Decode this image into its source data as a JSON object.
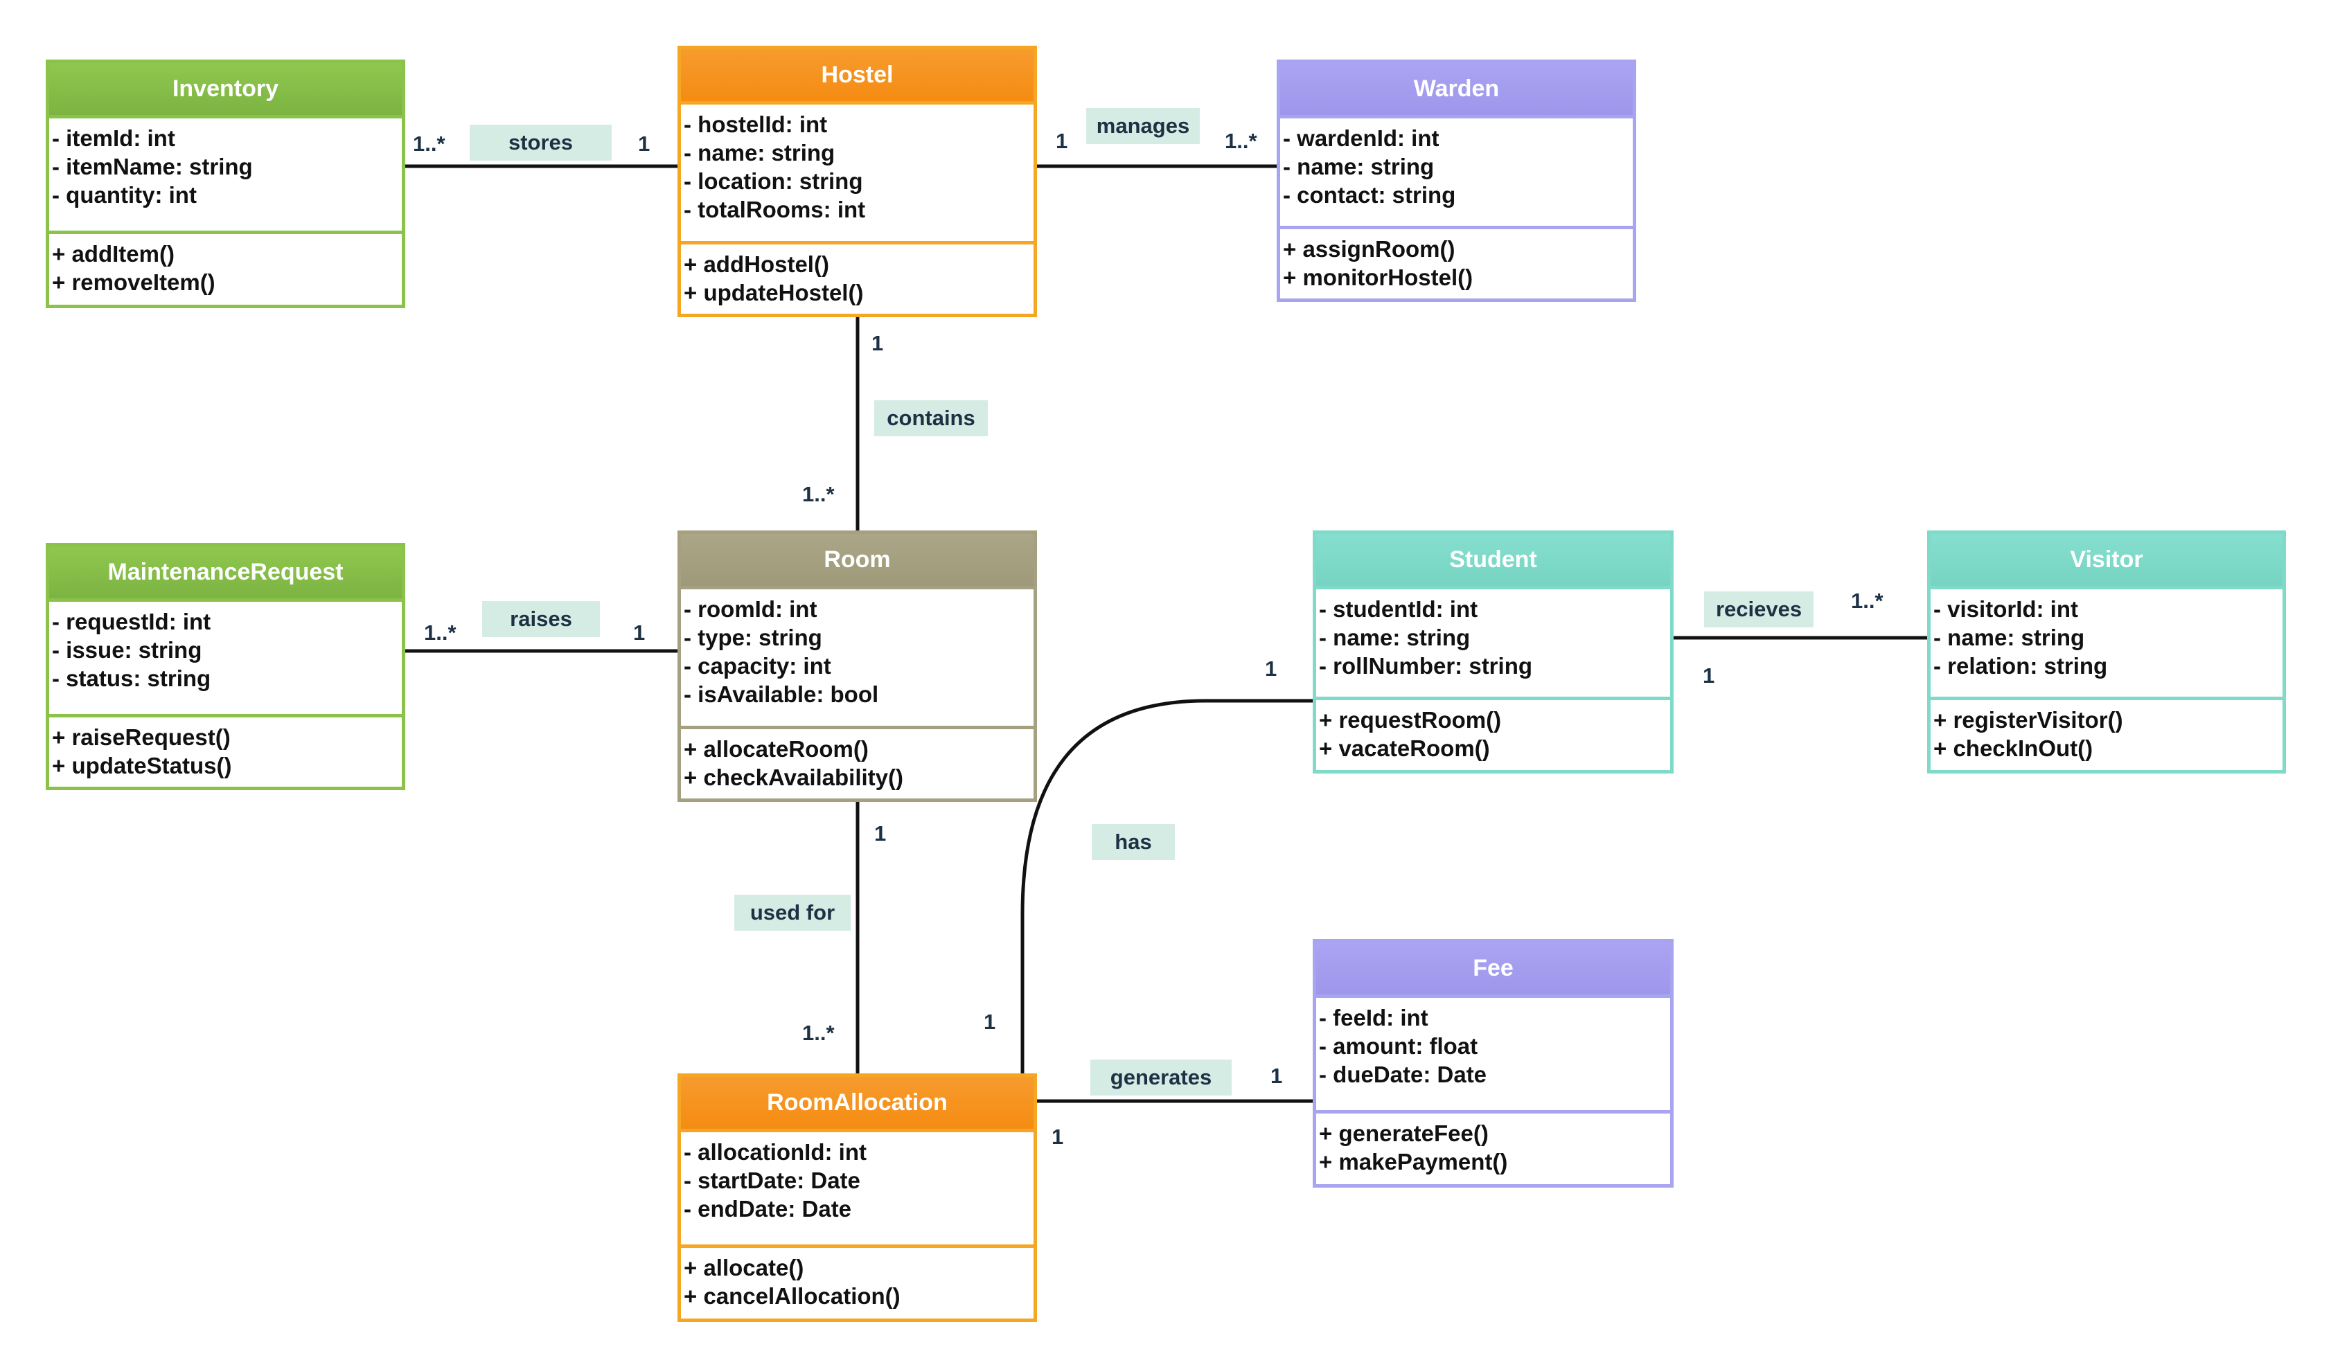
{
  "colors": {
    "green": "#8bc34a",
    "orange": "#f5a623",
    "purple": "#a9a4f0",
    "olive": "#a4a080",
    "teal": "#7fdac9",
    "label_bg": "#d5ece4",
    "line": "#111111",
    "text_dark": "#1d3144"
  },
  "classes": {
    "inventory": {
      "name": "Inventory",
      "attributes": [
        "- itemId: int",
        "- itemName: string",
        "- quantity: int"
      ],
      "methods": [
        "+ addItem()",
        "+ removeItem()"
      ]
    },
    "hostel": {
      "name": "Hostel",
      "attributes": [
        "- hostelId: int",
        "- name: string",
        "- location: string",
        "- totalRooms: int"
      ],
      "methods": [
        "+ addHostel()",
        "+ updateHostel()"
      ]
    },
    "warden": {
      "name": "Warden",
      "attributes": [
        "- wardenId: int",
        "- name: string",
        "- contact: string"
      ],
      "methods": [
        "+ assignRoom()",
        "+ monitorHostel()"
      ]
    },
    "maintenance_request": {
      "name": "MaintenanceRequest",
      "attributes": [
        "- requestId: int",
        "- issue: string",
        "- status: string"
      ],
      "methods": [
        "+ raiseRequest()",
        "+ updateStatus()"
      ]
    },
    "room": {
      "name": "Room",
      "attributes": [
        "- roomId: int",
        "- type: string",
        "- capacity: int",
        "- isAvailable: bool"
      ],
      "methods": [
        "+ allocateRoom()",
        "+ checkAvailability()"
      ]
    },
    "student": {
      "name": "Student",
      "attributes": [
        "- studentId: int",
        "- name: string",
        "- rollNumber: string"
      ],
      "methods": [
        "+ requestRoom()",
        "+ vacateRoom()"
      ]
    },
    "visitor": {
      "name": "Visitor",
      "attributes": [
        "- visitorId: int",
        "- name: string",
        "- relation: string"
      ],
      "methods": [
        "+ registerVisitor()",
        "+ checkInOut()"
      ]
    },
    "fee": {
      "name": "Fee",
      "attributes": [
        "- feeId: int",
        "- amount: float",
        "- dueDate: Date"
      ],
      "methods": [
        "+ generateFee()",
        "+ makePayment()"
      ]
    },
    "room_allocation": {
      "name": "RoomAllocation",
      "attributes": [
        "- allocationId: int",
        "- startDate: Date",
        "- endDate: Date"
      ],
      "methods": [
        "+ allocate()",
        "+ cancelAllocation()"
      ]
    }
  },
  "associations": {
    "stores": {
      "label": "stores",
      "source_mult": "1..*",
      "target_mult": "1"
    },
    "manages": {
      "label": "manages",
      "source_mult": "1",
      "target_mult": "1..*"
    },
    "contains": {
      "label": "contains",
      "source_mult": "1",
      "target_mult": "1..*"
    },
    "raises": {
      "label": "raises",
      "source_mult": "1..*",
      "target_mult": "1"
    },
    "recieves": {
      "label": "recieves",
      "source_mult": "1",
      "target_mult": "1..*"
    },
    "used_for": {
      "label": "used for",
      "source_mult": "1",
      "target_mult": "1..*"
    },
    "has": {
      "label": "has",
      "source_mult": "1",
      "target_mult": "1"
    },
    "generates": {
      "label": "generates",
      "source_mult": "1",
      "target_mult": "1"
    }
  }
}
